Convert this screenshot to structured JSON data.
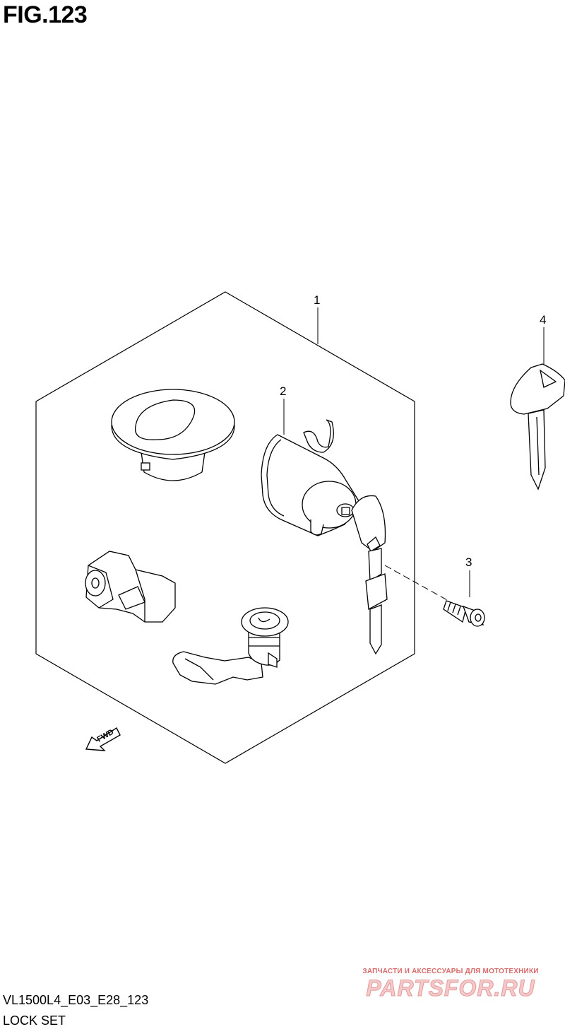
{
  "figure": {
    "title": "FIG.123"
  },
  "callouts": [
    {
      "id": "1",
      "label": "1"
    },
    {
      "id": "2",
      "label": "2"
    },
    {
      "id": "3",
      "label": "3"
    },
    {
      "id": "4",
      "label": "4"
    }
  ],
  "fwd_label": "FWD",
  "footer": {
    "code": "VL1500L4_E03_E28_123",
    "name": "LOCK SET"
  },
  "watermark": {
    "tagline": "ЗАПЧАСТИ И АКСЕССУАРЫ ДЛЯ МОТОТЕХНИКИ",
    "brand": "PARTSFOR.RU"
  },
  "colors": {
    "line": "#000000",
    "watermark": "#e59a9a"
  }
}
